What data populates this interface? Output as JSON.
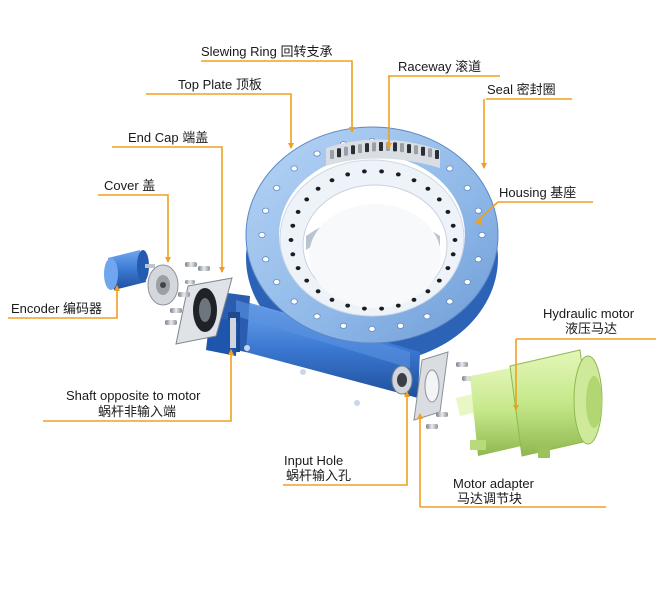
{
  "colors": {
    "leader": "#f0a020",
    "ring_face": "#8fb8e8",
    "body_blue": "#3b78d2",
    "motor_green": "#c5e88a"
  },
  "labels": {
    "slewing_ring": "Slewing Ring  回转支承",
    "raceway": "Raceway  滚道",
    "top_plate": "Top Plate  顶板",
    "seal": "Seal  密封圈",
    "end_cap": "End Cap  端盖",
    "cover": "Cover  盖",
    "housing": "Housing  基座",
    "encoder": "Encoder  编码器",
    "hydraulic_motor_en": "Hydraulic motor",
    "hydraulic_motor_cn": "液压马达",
    "shaft_opposite_en": "Shaft opposite to motor",
    "shaft_opposite_cn": "蜗杆非输入端",
    "input_hole_en": "Input Hole",
    "input_hole_cn": "蜗杆输入孔",
    "motor_adapter_en": "Motor adapter",
    "motor_adapter_cn": "马达调节块"
  }
}
